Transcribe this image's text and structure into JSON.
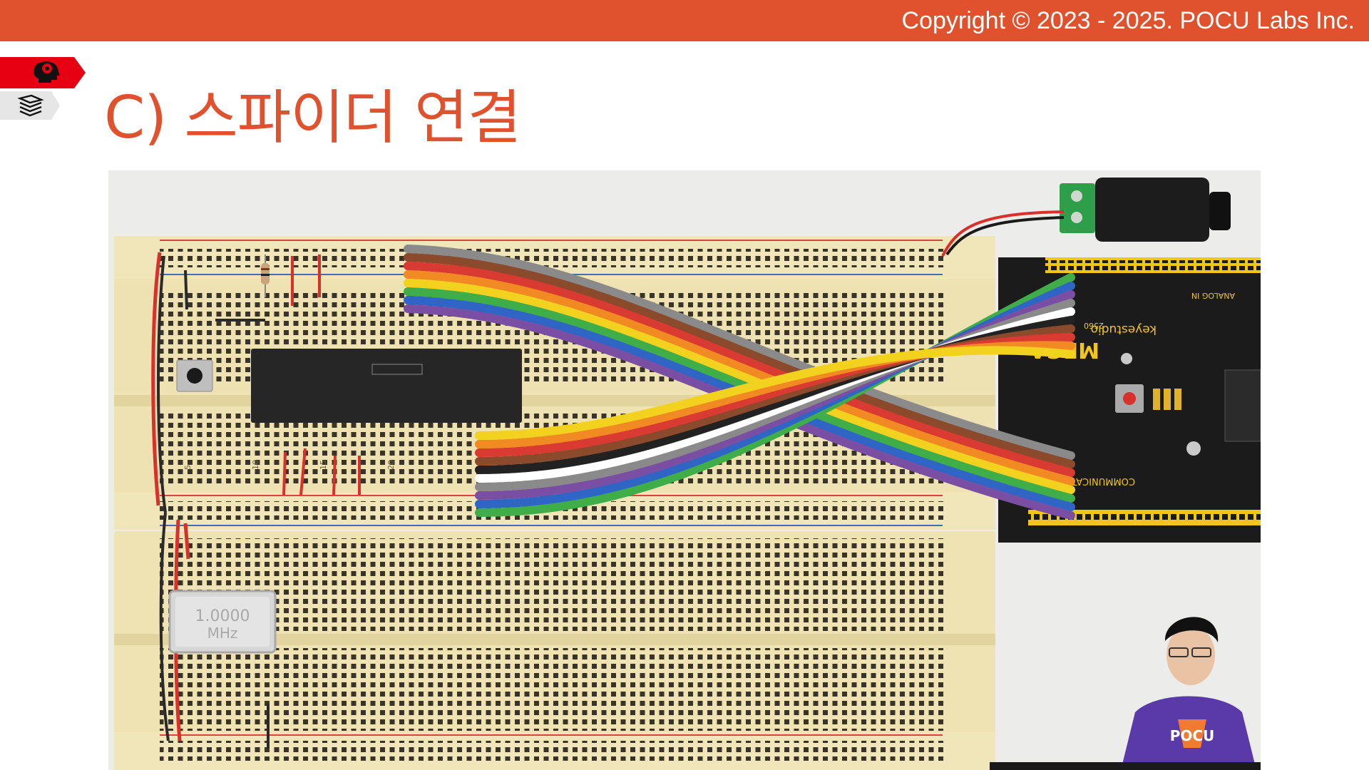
{
  "header": {
    "copyright": "Copyright © 2023 - 2025. POCU Labs Inc.",
    "bar_color": "#e0512d"
  },
  "side_tags": [
    {
      "icon": "brain-head-icon",
      "color": "#e60012"
    },
    {
      "icon": "book-stack-icon",
      "color": "#e6e6e6"
    }
  ],
  "slide": {
    "title": "C) 스파이더 연결",
    "title_color": "#e0512d"
  },
  "photo": {
    "crystal_line1": "1.0000",
    "crystal_line2": "MHz",
    "board_brand": "keyestudio",
    "board_model": "MEGA",
    "board_number": "2560",
    "board_section": "COMMUNICATION",
    "board_analog": "ANALOG IN",
    "shirt_text": "POCU"
  }
}
